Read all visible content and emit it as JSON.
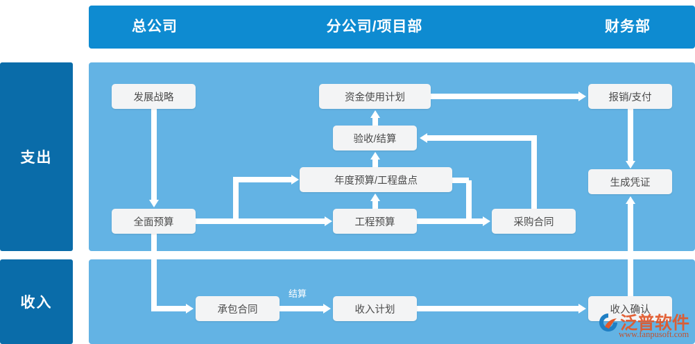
{
  "header": {
    "columns": [
      {
        "label": "总公司"
      },
      {
        "label": "分公司/项目部"
      },
      {
        "label": "财务部"
      }
    ]
  },
  "sidebar": {
    "items": [
      {
        "label": "支出"
      },
      {
        "label": "收入"
      }
    ]
  },
  "diagram": {
    "type": "swimlane-flowchart",
    "lanes": [
      {
        "name": "支出",
        "columns": [
          "总公司",
          "分公司/项目部",
          "财务部"
        ]
      },
      {
        "name": "收入",
        "columns": [
          "总公司",
          "分公司/项目部",
          "财务部"
        ]
      }
    ],
    "nodes": {
      "n1": "发展战略",
      "n2": "资金使用计划",
      "n3": "报销/支付",
      "n4": "验收/结算",
      "n5": "年度预算/工程盘点",
      "n6": "全面预算",
      "n7": "工程预算",
      "n8": "采购合同",
      "n9": "生成凭证",
      "n10": "承包合同",
      "n11": "收入计划",
      "n12": "收入确认"
    },
    "edge_labels": {
      "e_settle": "结算"
    },
    "edges": [
      {
        "from": "发展战略",
        "to": "全面预算"
      },
      {
        "from": "全面预算",
        "to": "工程预算"
      },
      {
        "from": "全面预算",
        "to": "年度预算/工程盘点"
      },
      {
        "from": "工程预算",
        "to": "年度预算/工程盘点"
      },
      {
        "from": "工程预算",
        "to": "采购合同"
      },
      {
        "from": "年度预算/工程盘点",
        "to": "验收/结算"
      },
      {
        "from": "年度预算/工程盘点",
        "to": "采购合同"
      },
      {
        "from": "验收/结算",
        "to": "资金使用计划"
      },
      {
        "from": "采购合同",
        "to": "验收/结算"
      },
      {
        "from": "资金使用计划",
        "to": "报销/支付"
      },
      {
        "from": "报销/支付",
        "to": "生成凭证"
      },
      {
        "from": "全面预算",
        "to": "承包合同"
      },
      {
        "from": "承包合同",
        "to": "收入计划",
        "label": "结算"
      },
      {
        "from": "收入计划",
        "to": "收入确认"
      },
      {
        "from": "收入确认",
        "to": "生成凭证"
      }
    ]
  },
  "watermark": {
    "brand": "泛普软件",
    "url": "www.fanpusoft.com"
  },
  "colors": {
    "header_blue": "#0e8bd1",
    "sidebar_blue": "#0a6ca9",
    "panel_blue": "#63b3e4",
    "node_bg": "#f3f4f5",
    "node_text": "#4a4a4a",
    "arrow": "#ffffff",
    "watermark": "#e2582a"
  }
}
